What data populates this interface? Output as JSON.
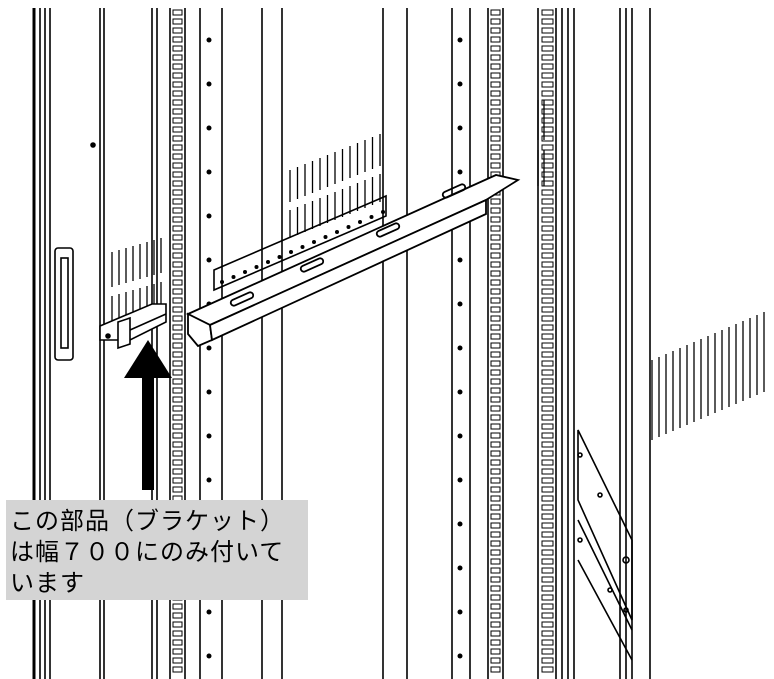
{
  "diagram": {
    "subject": "rack-bracket-installation",
    "colors": {
      "line": "#000000",
      "background": "#ffffff",
      "caption_bg": "#d4d4d4"
    }
  },
  "caption": {
    "lines": [
      "この部品（ブラケット）",
      "は幅７００にのみ付いて",
      "います"
    ]
  }
}
